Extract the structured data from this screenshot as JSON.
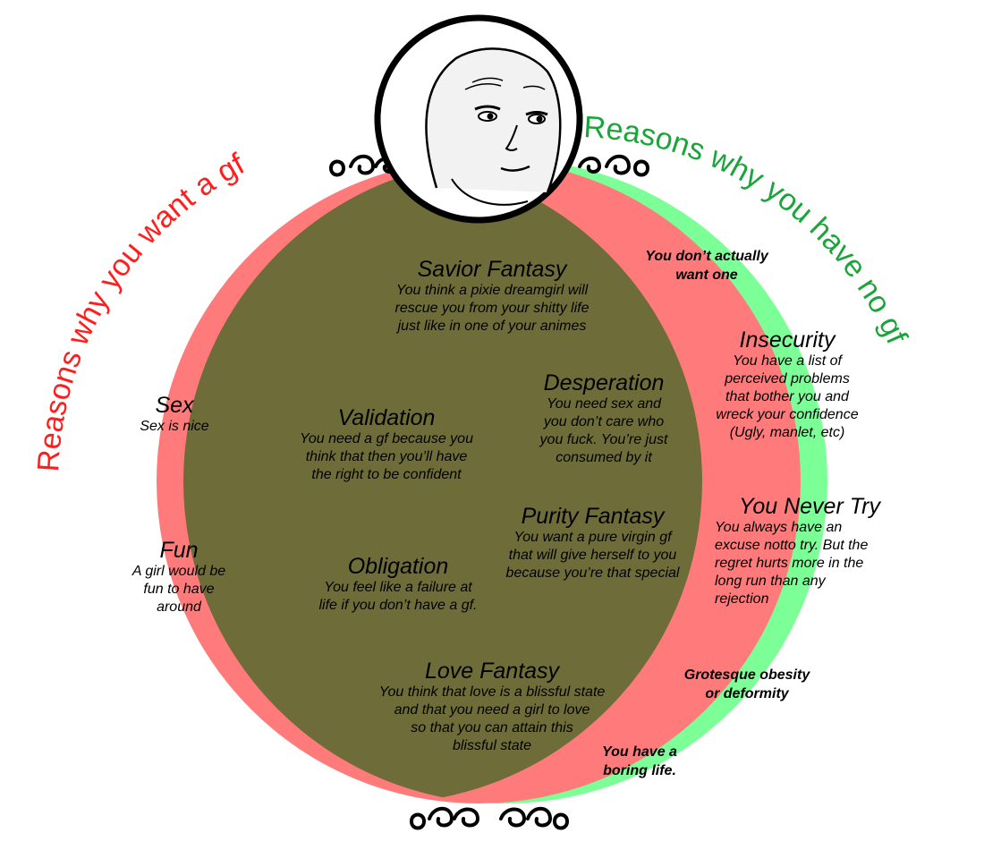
{
  "colors": {
    "left_circle": "#ff7b7b",
    "right_circle": "#7dff97",
    "overlap": "#6e6d39",
    "left_heading": "#ff1e1e",
    "right_heading": "#1aa53a"
  },
  "headings": {
    "left": "Reasons why you want a gf",
    "right": "Reasons why you have no gf"
  },
  "left_items": [
    {
      "title": "Sex",
      "desc": "Sex is nice"
    },
    {
      "title": "Fun",
      "desc": [
        "A girl would be",
        "fun to have",
        "around"
      ]
    }
  ],
  "overlap_items": [
    {
      "title": "Savior Fantasy",
      "desc": [
        "You think a pixie dreamgirl will",
        "rescue you from your shitty life",
        "just like in one of your animes"
      ]
    },
    {
      "title": "Desperation",
      "desc": [
        "You need sex and",
        "you don’t care who",
        "you fuck. You’re just",
        "consumed by it"
      ]
    },
    {
      "title": "Validation",
      "desc": [
        "You need a gf because you",
        "think that then you’ll have",
        "the right to be confident"
      ]
    },
    {
      "title": "Purity Fantasy",
      "desc": [
        "You want a pure virgin gf",
        "that will give herself to you",
        "because you’re that special"
      ]
    },
    {
      "title": "Obligation",
      "desc": [
        "You feel like a failure at",
        "life if you don’t have a gf."
      ]
    },
    {
      "title": "Love Fantasy",
      "desc": [
        "You think that love is a blissful state",
        "and that you need a girl to love",
        "so that you can attain this",
        "blissful state"
      ]
    }
  ],
  "right_items": [
    {
      "text": [
        "You don’t actually",
        "want one"
      ]
    },
    {
      "title": "Insecurity",
      "desc": [
        "You have a list of",
        "perceived problems",
        "that bother you and",
        "wreck your confidence",
        "(Ugly, manlet, etc)"
      ]
    },
    {
      "title": "You Never Try",
      "desc": [
        "You always have an",
        "excuse notto try. But the",
        "regret hurts more in the",
        "long run than any",
        "rejection"
      ]
    },
    {
      "text": [
        "Grotesque obesity",
        "or deformity"
      ]
    },
    {
      "text": [
        "You have a",
        "boring life."
      ]
    }
  ]
}
